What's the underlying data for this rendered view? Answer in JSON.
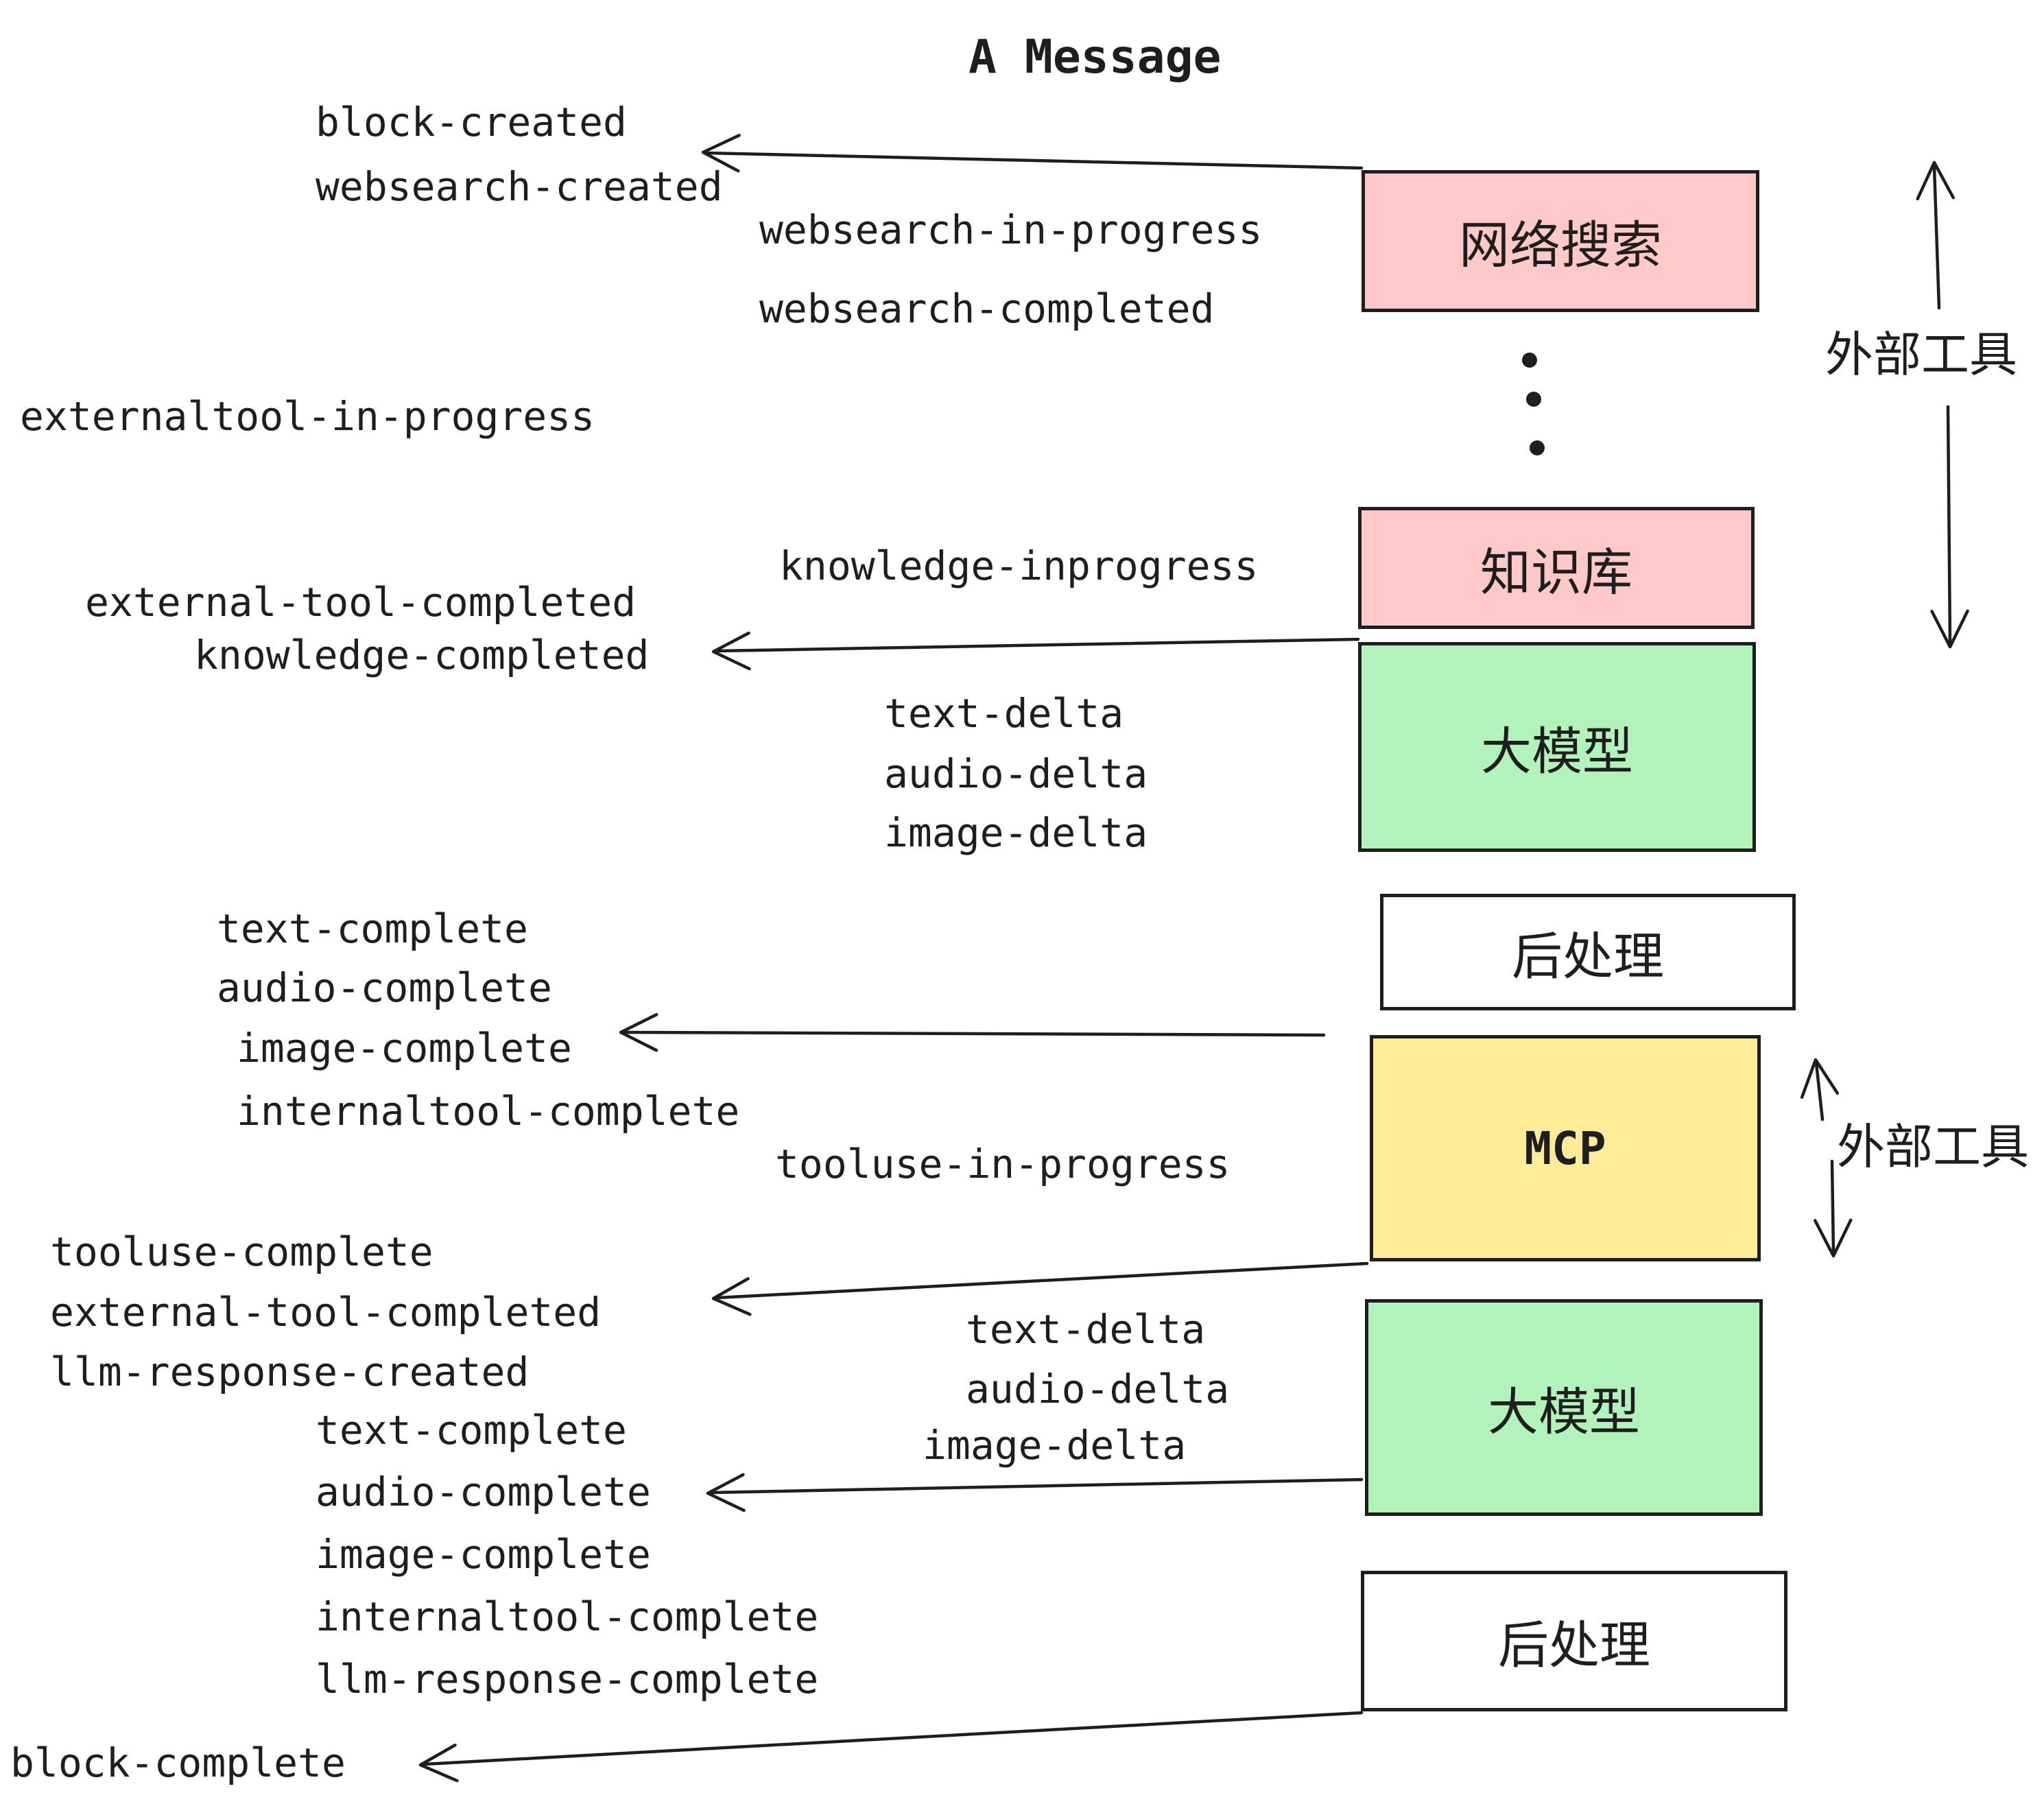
{
  "title": "A Message",
  "colors": {
    "box_pink": "#ffc9c9",
    "box_green": "#b2f2bb",
    "box_yellow": "#ffec99",
    "box_white": "#ffffff",
    "stroke": "#1e1e1e",
    "background": "#ffffff"
  },
  "boxes": [
    {
      "label": "网络搜索",
      "color": "box_pink"
    },
    {
      "label": "知识库",
      "color": "box_pink"
    },
    {
      "label": "大模型",
      "color": "box_green"
    },
    {
      "label": "后处理",
      "color": "box_white"
    },
    {
      "label": "MCP",
      "color": "box_yellow"
    },
    {
      "label": "大模型",
      "color": "box_green"
    },
    {
      "label": "后处理",
      "color": "box_white"
    }
  ],
  "side_labels": [
    {
      "text": "外部工具"
    },
    {
      "text": "外部工具"
    }
  ],
  "events": [
    {
      "text": "block-created"
    },
    {
      "text": "websearch-created"
    },
    {
      "text": "websearch-in-progress"
    },
    {
      "text": "websearch-completed"
    },
    {
      "text": "externaltool-in-progress"
    },
    {
      "text": "knowledge-inprogress"
    },
    {
      "text": "external-tool-completed"
    },
    {
      "text": "knowledge-completed"
    },
    {
      "text": "text-delta"
    },
    {
      "text": "audio-delta"
    },
    {
      "text": "image-delta"
    },
    {
      "text": "text-complete"
    },
    {
      "text": "audio-complete"
    },
    {
      "text": "image-complete"
    },
    {
      "text": "internaltool-complete"
    },
    {
      "text": "tooluse-in-progress"
    },
    {
      "text": "tooluse-complete"
    },
    {
      "text": "external-tool-completed"
    },
    {
      "text": "llm-response-created"
    },
    {
      "text": "text-complete"
    },
    {
      "text": "audio-complete"
    },
    {
      "text": "image-complete"
    },
    {
      "text": "internaltool-complete"
    },
    {
      "text": "llm-response-complete"
    },
    {
      "text": "text-delta"
    },
    {
      "text": "audio-delta"
    },
    {
      "text": "image-delta"
    },
    {
      "text": "block-complete"
    }
  ],
  "ellipsis_dots": 3
}
